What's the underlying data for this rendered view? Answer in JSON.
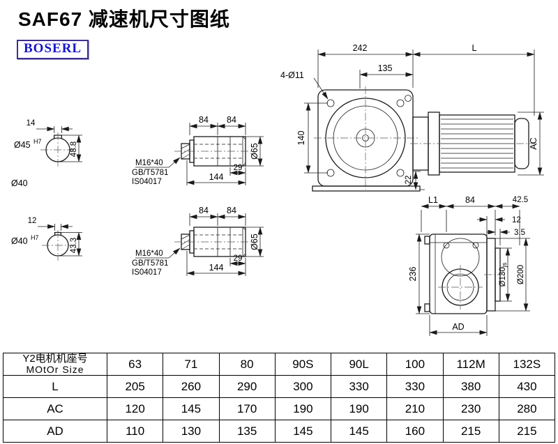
{
  "page": {
    "title": "SAF67 减速机尺寸图纸",
    "logo": "BOSERL"
  },
  "main_view": {
    "dim_width": "242",
    "dim_motor_len": "L",
    "dim_flange_offset": "135",
    "label_bolt_holes": "4-Ø11",
    "dim_flange_height": "140",
    "dim_foot": "22",
    "dim_motor_dia": "AC"
  },
  "hollow_shaft_top": {
    "dim_key_width": "14",
    "label_bore": "Ø45",
    "label_bore_tol": "H7",
    "dim_key_height": "48.8",
    "label_shaft": "Ø40"
  },
  "hollow_shaft_bottom": {
    "dim_key_width": "12",
    "label_bore": "Ø40",
    "label_bore_tol": "H7",
    "dim_key_height": "43.3"
  },
  "shaft_detail": {
    "dim_seg1": "84",
    "dim_seg2": "84",
    "dim_end": "29",
    "dim_total": "144",
    "dim_dia": "Ø65",
    "bolt_spec": "M16*40",
    "bolt_std1": "GB/T5781",
    "bolt_std2": "IS04017"
  },
  "side_view": {
    "dim_l1": "L1",
    "dim_top": "84",
    "dim_face": "42.5",
    "dim_flange_thk": "12",
    "dim_spigot": "3.5",
    "dim_height": "236",
    "dim_spigot_dia": "Ø130",
    "dim_spigot_tol": "js",
    "dim_flange_dia": "Ø200",
    "dim_width": "AD"
  },
  "table": {
    "header_label_cn": "Y2电机机座号",
    "header_label_en": "MOtOr Size",
    "sizes": [
      "63",
      "71",
      "80",
      "90S",
      "90L",
      "100",
      "112M",
      "132S"
    ],
    "rows": [
      {
        "label": "L",
        "values": [
          "205",
          "260",
          "290",
          "300",
          "330",
          "330",
          "380",
          "430"
        ]
      },
      {
        "label": "AC",
        "values": [
          "120",
          "145",
          "170",
          "190",
          "190",
          "210",
          "230",
          "280"
        ]
      },
      {
        "label": "AD",
        "values": [
          "110",
          "130",
          "135",
          "145",
          "145",
          "160",
          "215",
          "215"
        ]
      }
    ]
  }
}
